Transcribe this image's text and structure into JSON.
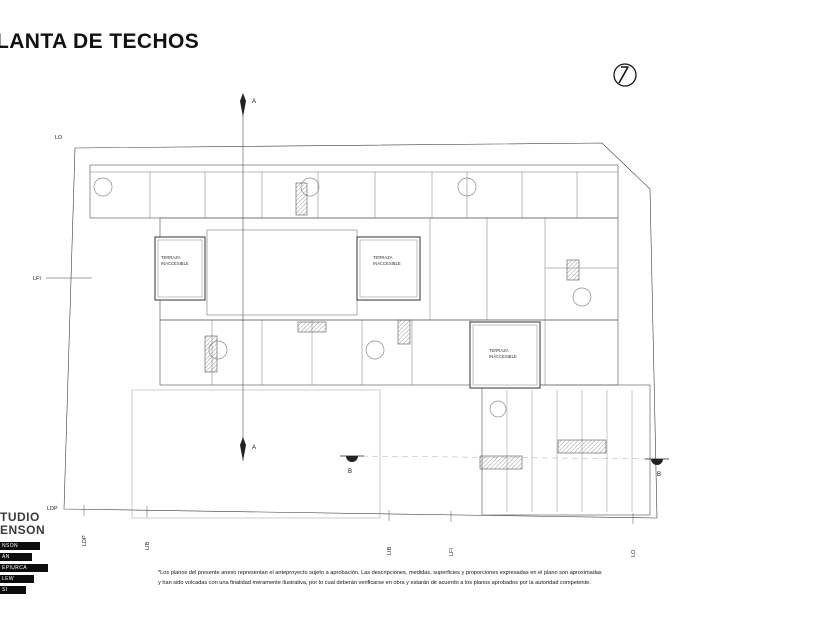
{
  "title": "LANTA DE TECHOS",
  "plan": {
    "terraza": {
      "line1": "TERRAZA",
      "line2": "INACCESIBLE"
    },
    "boundary_labels": {
      "lo_top": "LO",
      "lfi_left": "LFI",
      "ldp_left": "LDP",
      "ldp_bottom": "LDP",
      "lib_bottom_1": "LIB",
      "lib_bottom_2": "LIB",
      "lfi_bottom": "LFI",
      "lo_bottom": "LO"
    },
    "section_labels": {
      "a": "A",
      "b": "B"
    }
  },
  "logo": {
    "line1": "TUDIO",
    "line2": "ENSON",
    "entries": [
      "NSON",
      "AN",
      "EPIURCA",
      "LEW",
      "SI"
    ]
  },
  "disclaimer": {
    "line1": "*Los planos del presente anexo representan el anteproyecto sujeto a aprobación. Las descripciones, medidas, superficies y proporciones expresadas en el plano son aproximadas",
    "line2": "y han sido volcadas con una finalidad meramente ilustrativa, por lo cual deberán verificarse en obra y estarán de acuerdo a los planos aprobados por la autoridad competente."
  }
}
